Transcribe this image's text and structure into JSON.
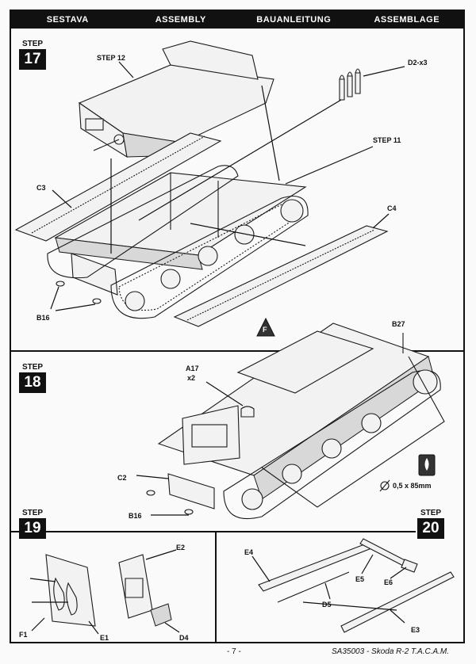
{
  "header": {
    "titles": [
      "SESTAVA",
      "ASSEMBLY",
      "BAUANLEITUNG",
      "ASSEMBLAGE"
    ]
  },
  "steps": {
    "step17": {
      "label": "STEP",
      "number": "17"
    },
    "step18": {
      "label": "STEP",
      "number": "18"
    },
    "step19": {
      "label": "STEP",
      "number": "19"
    },
    "step20": {
      "label": "STEP",
      "number": "20"
    }
  },
  "step17_parts": {
    "step12": "STEP 12",
    "d2": "D2-x3",
    "step11": "STEP 11",
    "c3": "C3",
    "c4": "C4",
    "b16": "B16"
  },
  "step18_parts": {
    "f_marker": "F",
    "b27": "B27",
    "a17": "A17",
    "a17_qty": "x2",
    "c2": "C2",
    "b16": "B16",
    "wire": "0,5 x 85mm"
  },
  "step19_parts": {
    "e2": "E2",
    "f1": "F1",
    "e1": "E1",
    "d4": "D4"
  },
  "step20_parts": {
    "e4": "E4",
    "e5": "E5",
    "e6": "E6",
    "d5": "D5",
    "e3": "E3"
  },
  "footer": {
    "page": "- 7 -",
    "kit": "SA35003 - Skoda R-2 T.A.C.A.M."
  }
}
